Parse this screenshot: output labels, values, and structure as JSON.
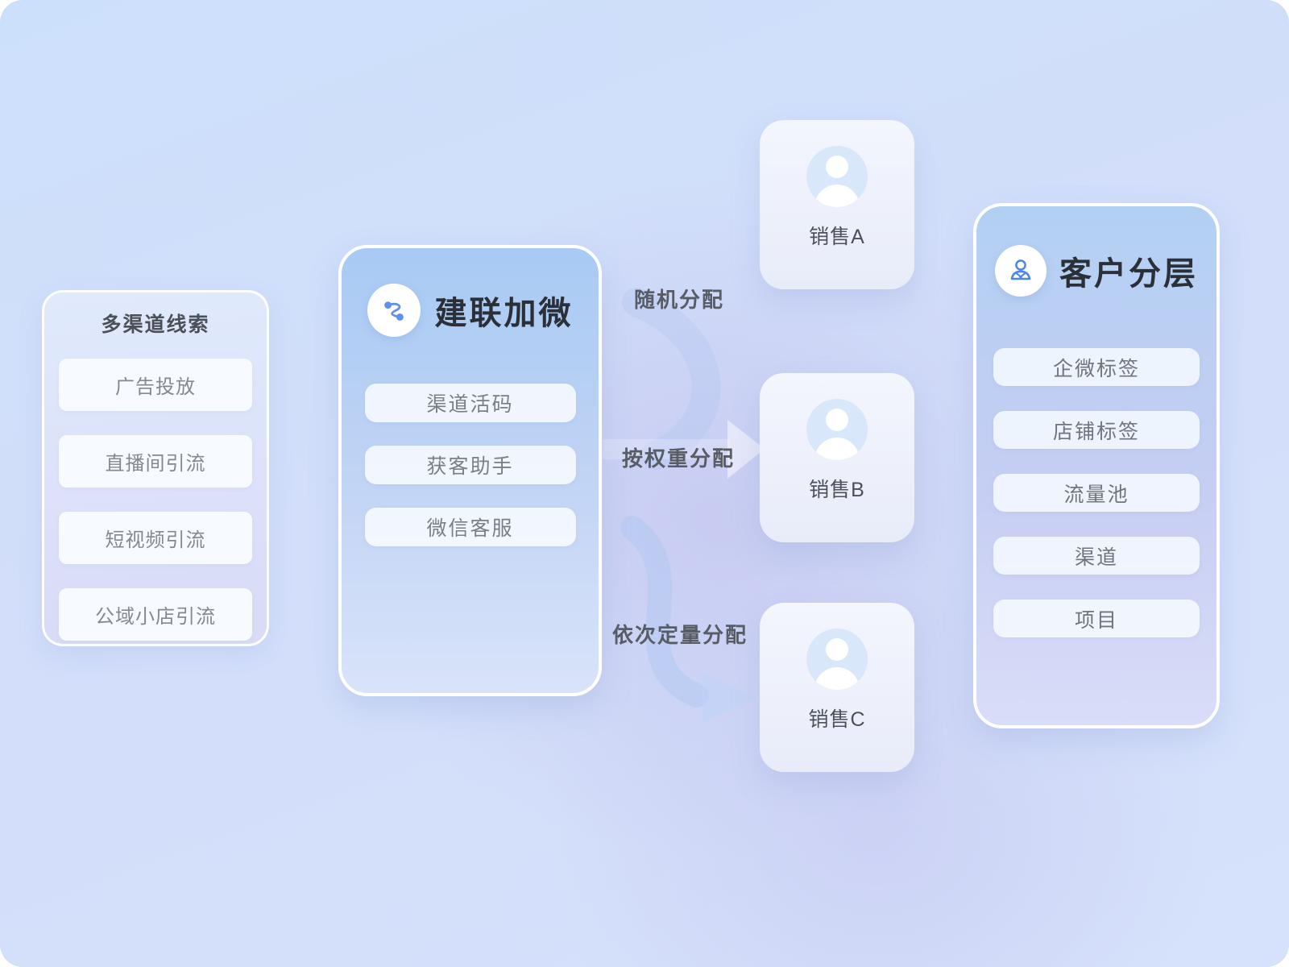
{
  "left_card": {
    "title": "多渠道线索",
    "items": [
      "广告投放",
      "直播间引流",
      "短视频引流",
      "公域小店引流"
    ]
  },
  "middle_card": {
    "title": "建联加微",
    "icon": "route-icon",
    "items": [
      "渠道活码",
      "获客助手",
      "微信客服"
    ]
  },
  "flow_labels": {
    "random": "随机分配",
    "weighted": "按权重分配",
    "sequential": "依次定量分配"
  },
  "sales": [
    {
      "label": "销售A"
    },
    {
      "label": "销售B"
    },
    {
      "label": "销售C"
    }
  ],
  "right_card": {
    "title": "客户分层",
    "icon": "customer-icon",
    "items": [
      "企微标签",
      "店铺标签",
      "流量池",
      "渠道",
      "项目"
    ]
  },
  "colors": {
    "accent_blue": "#5f90ec",
    "icon_stroke_blue": "#4a87e8",
    "title_dark": "#2b2f37",
    "pill_text_gray": "#7a7e86",
    "flow_label_gray": "#585c64",
    "avatar_bg": "#d9e7fa",
    "background_blue": "#cde0fb",
    "background_lavender": "#c6c9f0"
  }
}
